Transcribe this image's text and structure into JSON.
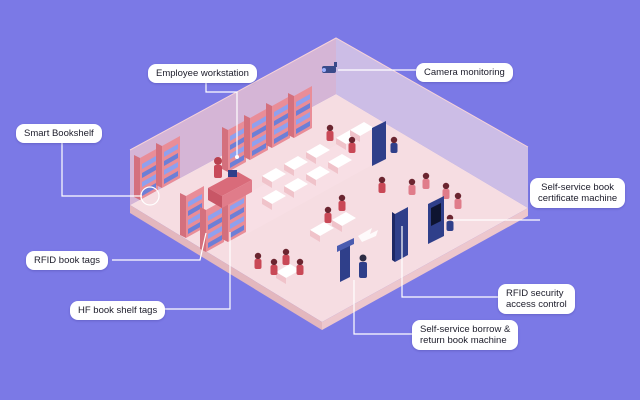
{
  "labels": {
    "employee_workstation": "Employee workstation",
    "camera_monitoring": "Camera monitoring",
    "smart_bookshelf": "Smart Bookshelf",
    "self_service_certificate": [
      "Self-service book",
      "certificate machine"
    ],
    "rfid_book_tags": "RFID book tags",
    "rfid_security": [
      "RFID security",
      "access control"
    ],
    "hf_book_shelf_tags": "HF book shelf tags",
    "self_service_borrow": [
      "Self-service borrow &",
      "return book machine"
    ]
  },
  "colors": {
    "background": "#7b79e6",
    "floor": "#f6dde2",
    "wall_left": "#f3c9d0",
    "wall_right": "#f8e2e6",
    "shelf": "#e98d98",
    "desk": "#ffffff",
    "machine": "#2f3f8a",
    "callout": "#ffffff"
  }
}
